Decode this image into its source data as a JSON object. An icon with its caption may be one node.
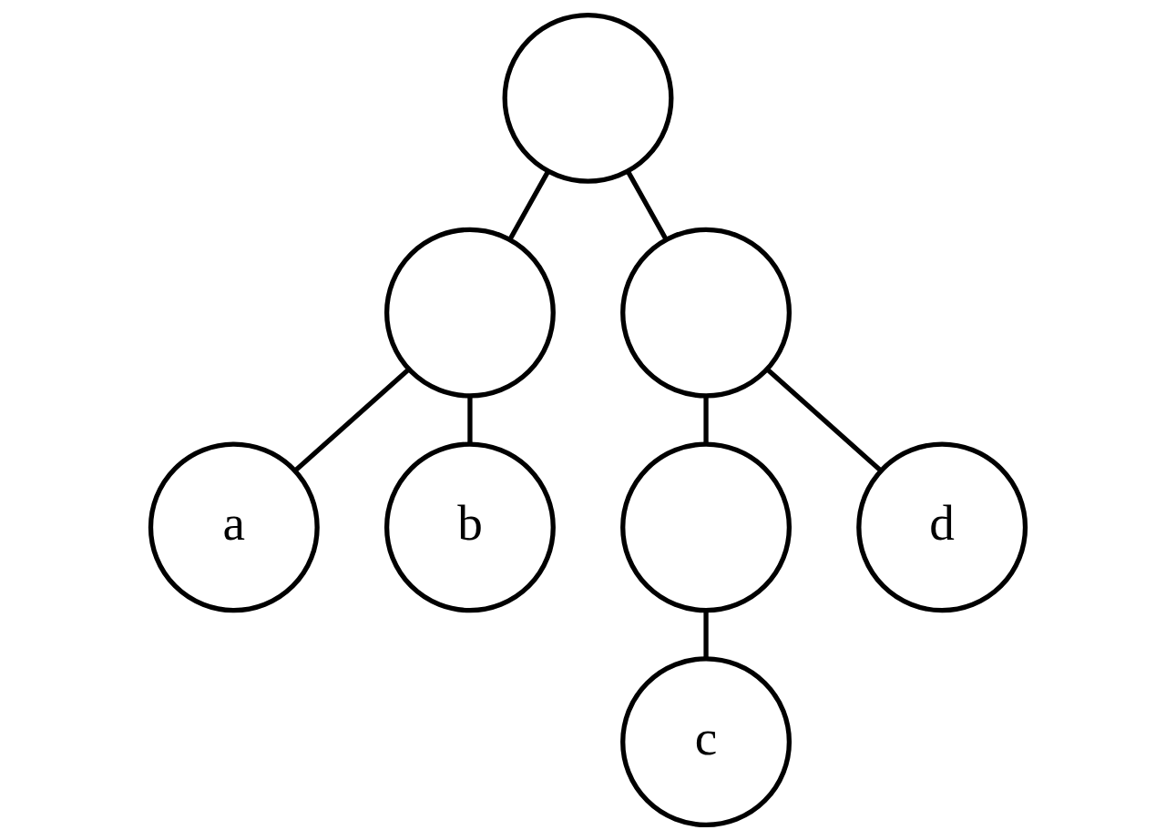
{
  "diagram": {
    "nodes": [
      {
        "text": [],
        "shape": "circle"
      },
      {
        "text": [],
        "shape": "circle"
      },
      {
        "text": [],
        "shape": "circle"
      },
      {
        "text": [
          "a"
        ]
      },
      {
        "text": [
          "b"
        ]
      },
      {
        "text": [],
        "shape": "circle"
      },
      {
        "text": [
          "d"
        ]
      },
      {
        "text": [
          "c"
        ]
      }
    ],
    "edges": [
      {
        "from": 0,
        "to": 1,
        "arrow": "none"
      },
      {
        "from": 0,
        "to": 2,
        "arrow": "none"
      },
      {
        "from": 1,
        "to": 3,
        "arrow": "none"
      },
      {
        "from": 1,
        "to": 4,
        "arrow": "none"
      },
      {
        "from": 2,
        "to": 5,
        "arrow": "none"
      },
      {
        "from": 2,
        "to": 6,
        "arrow": "none"
      },
      {
        "from": 5,
        "to": 7,
        "arrow": "none"
      }
    ]
  }
}
